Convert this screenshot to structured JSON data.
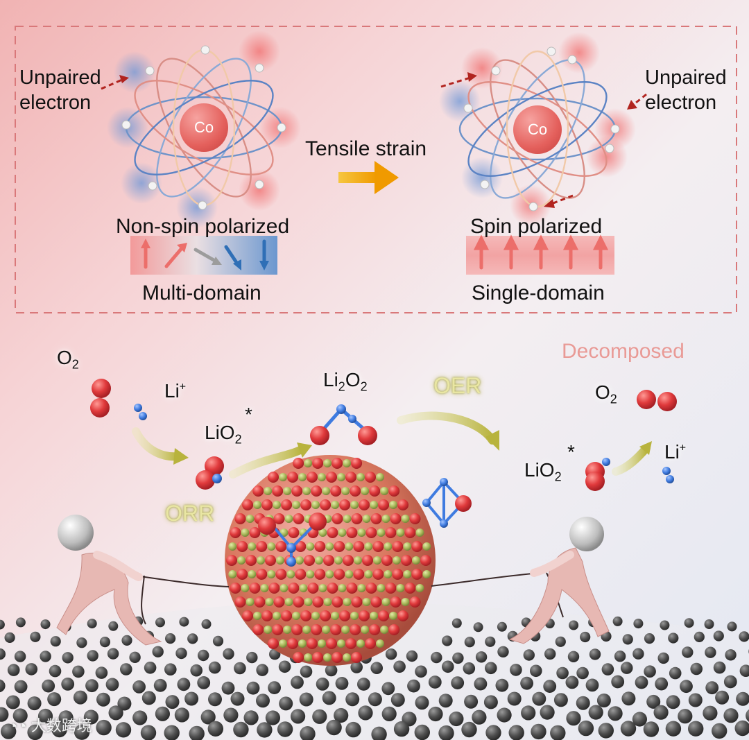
{
  "top_panel": {
    "left_atom": {
      "annotation": "Unpaired\nelectron",
      "nucleus": "Co",
      "state": "Non-spin polarized",
      "domain": "Multi-domain"
    },
    "arrow_label": "Tensile strain",
    "right_atom": {
      "annotation": "Unpaired\nelectron",
      "nucleus": "Co",
      "state": "Spin polarized",
      "domain": "Single-domain"
    }
  },
  "reaction": {
    "o2_left": "O2",
    "li_left": "Li+",
    "lio2_left": "LiO2",
    "star": "*",
    "orr": "ORR",
    "li2o2": "Li2O2",
    "oer": "OER",
    "decomposed": "Decomposed",
    "o2_right": "O2",
    "lio2_right": "LiO2",
    "li_right": "Li+"
  },
  "watermark": "大数跨境",
  "colors": {
    "cobalt": "#e4605c",
    "spin_up": "#ec6e6a",
    "spin_down": "#2f6fb6",
    "arrow_yellow": "#f0b400",
    "reaction_arrow": "#b9b44a",
    "oxygen": "#d8363a",
    "lithium": "#3f7be0",
    "lattice_green": "#a9b85a",
    "carbon": "#4d4d4d"
  }
}
